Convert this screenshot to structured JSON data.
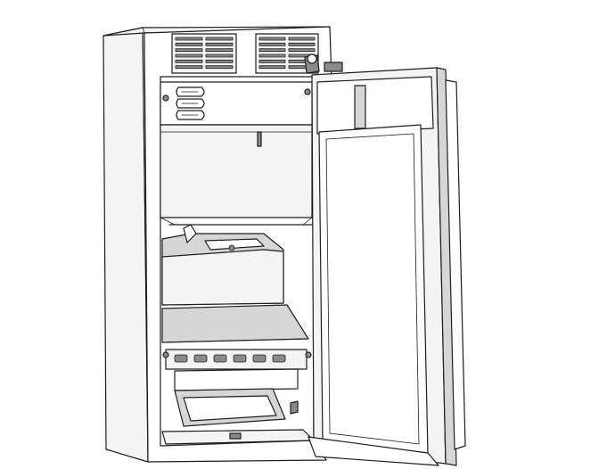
{
  "figure": {
    "subject": "refrigerator-cabinet-open-door",
    "colors": {
      "line": "#1e1e1e",
      "panel": "#f4f4f4",
      "shade": "#d6d6d6",
      "dark": "#8a8a8a",
      "background": "#ffffff"
    },
    "vent_slats_per_grille": 6,
    "control_knobs": 3,
    "rack_tabs": 6
  }
}
